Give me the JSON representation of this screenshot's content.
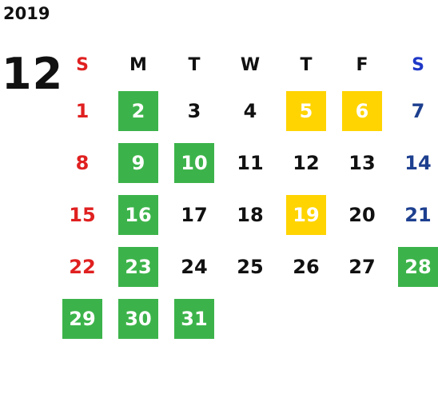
{
  "header": {
    "year": "2019",
    "month": "12"
  },
  "weekdays": [
    "S",
    "M",
    "T",
    "W",
    "T",
    "F",
    "S"
  ],
  "weeks": [
    [
      "1",
      "2",
      "3",
      "4",
      "5",
      "6",
      "7"
    ],
    [
      "8",
      "9",
      "10",
      "11",
      "12",
      "13",
      "14"
    ],
    [
      "15",
      "16",
      "17",
      "18",
      "19",
      "20",
      "21"
    ],
    [
      "22",
      "23",
      "24",
      "25",
      "26",
      "27",
      "28"
    ],
    [
      "29",
      "30",
      "31",
      "",
      "",
      "",
      ""
    ]
  ],
  "colors": {
    "sunday_text": "#e02020",
    "saturday_text": "#1d3f8f",
    "green_highlight": "#3cb34a",
    "yellow_highlight": "#ffd400"
  }
}
